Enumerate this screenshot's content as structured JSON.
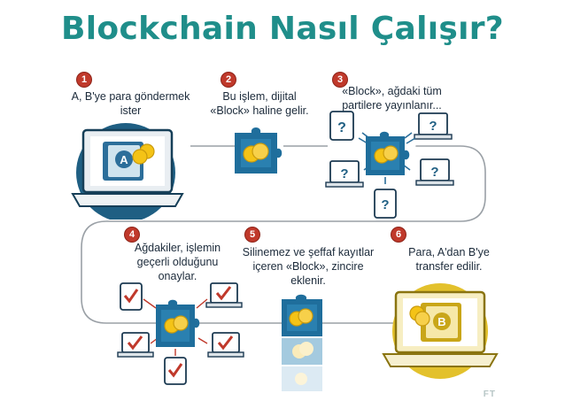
{
  "title": "Blockchain Nasıl Çalışır?",
  "steps": [
    {
      "number": "1",
      "text": "A, B'ye para göndermek ister"
    },
    {
      "number": "2",
      "text": "Bu işlem, dijital «Block» haline gelir."
    },
    {
      "number": "3",
      "text": "«Block», ağdaki tüm partilere yayınlanır..."
    },
    {
      "number": "4",
      "text": "Ağdakiler, işlemin geçerli olduğunu onaylar."
    },
    {
      "number": "5",
      "text": "Silinemez ve şeffaf kayıtlar içeren «Block», zincire eklenir."
    },
    {
      "number": "6",
      "text": "Para, A'dan B'ye transfer edilir."
    }
  ],
  "labels": {
    "sender": "A",
    "receiver": "B",
    "unknown": "?"
  },
  "watermark": "FT",
  "colors": {
    "title": "#1f8e8a",
    "badge": "#c0392b",
    "laptop": "#1e6f96",
    "gold_laptop": "#e3c12c",
    "puzzle_blue": "#1f6e9c",
    "coin": "#f4c316",
    "check": "#c0392b",
    "flow_line": "#9aa0a6"
  },
  "icons": [
    "laptop-icon",
    "wallet-icon",
    "coin-icon",
    "puzzle-block-icon",
    "tablet-icon",
    "question-icon",
    "checkmark-icon",
    "broadcast-arrow-icon"
  ]
}
